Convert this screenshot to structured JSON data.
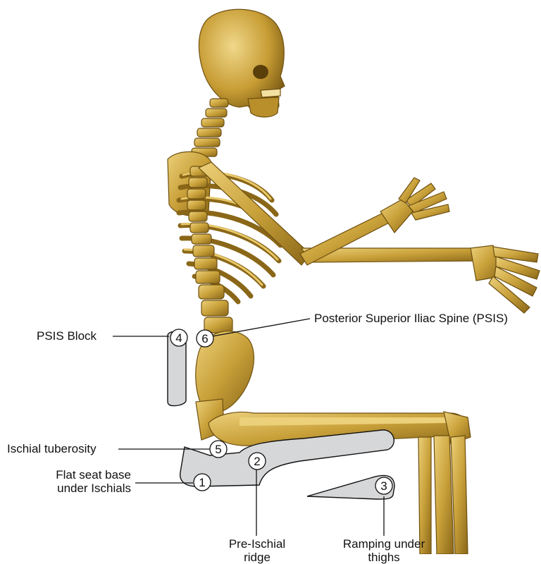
{
  "labels": {
    "psis_block": "PSIS Block",
    "psis": "Posterior Superior Iliac Spine (PSIS)",
    "ischial_tuberosity": "Ischial tuberosity",
    "flat_seat_line1": "Flat seat base",
    "flat_seat_line2": "under Ischials",
    "pre_ischial_line1": "Pre-Ischial",
    "pre_ischial_line2": "ridge",
    "ramping_line1": "Ramping under",
    "ramping_line2": "thighs"
  },
  "markers": [
    "1",
    "2",
    "3",
    "4",
    "5",
    "6"
  ],
  "colors": {
    "bone": "#c9a13a",
    "bone_dark": "#7a5a14",
    "bone_light": "#e6c56a",
    "cushion_fill": "#d6d7d8",
    "outline": "#111111"
  }
}
